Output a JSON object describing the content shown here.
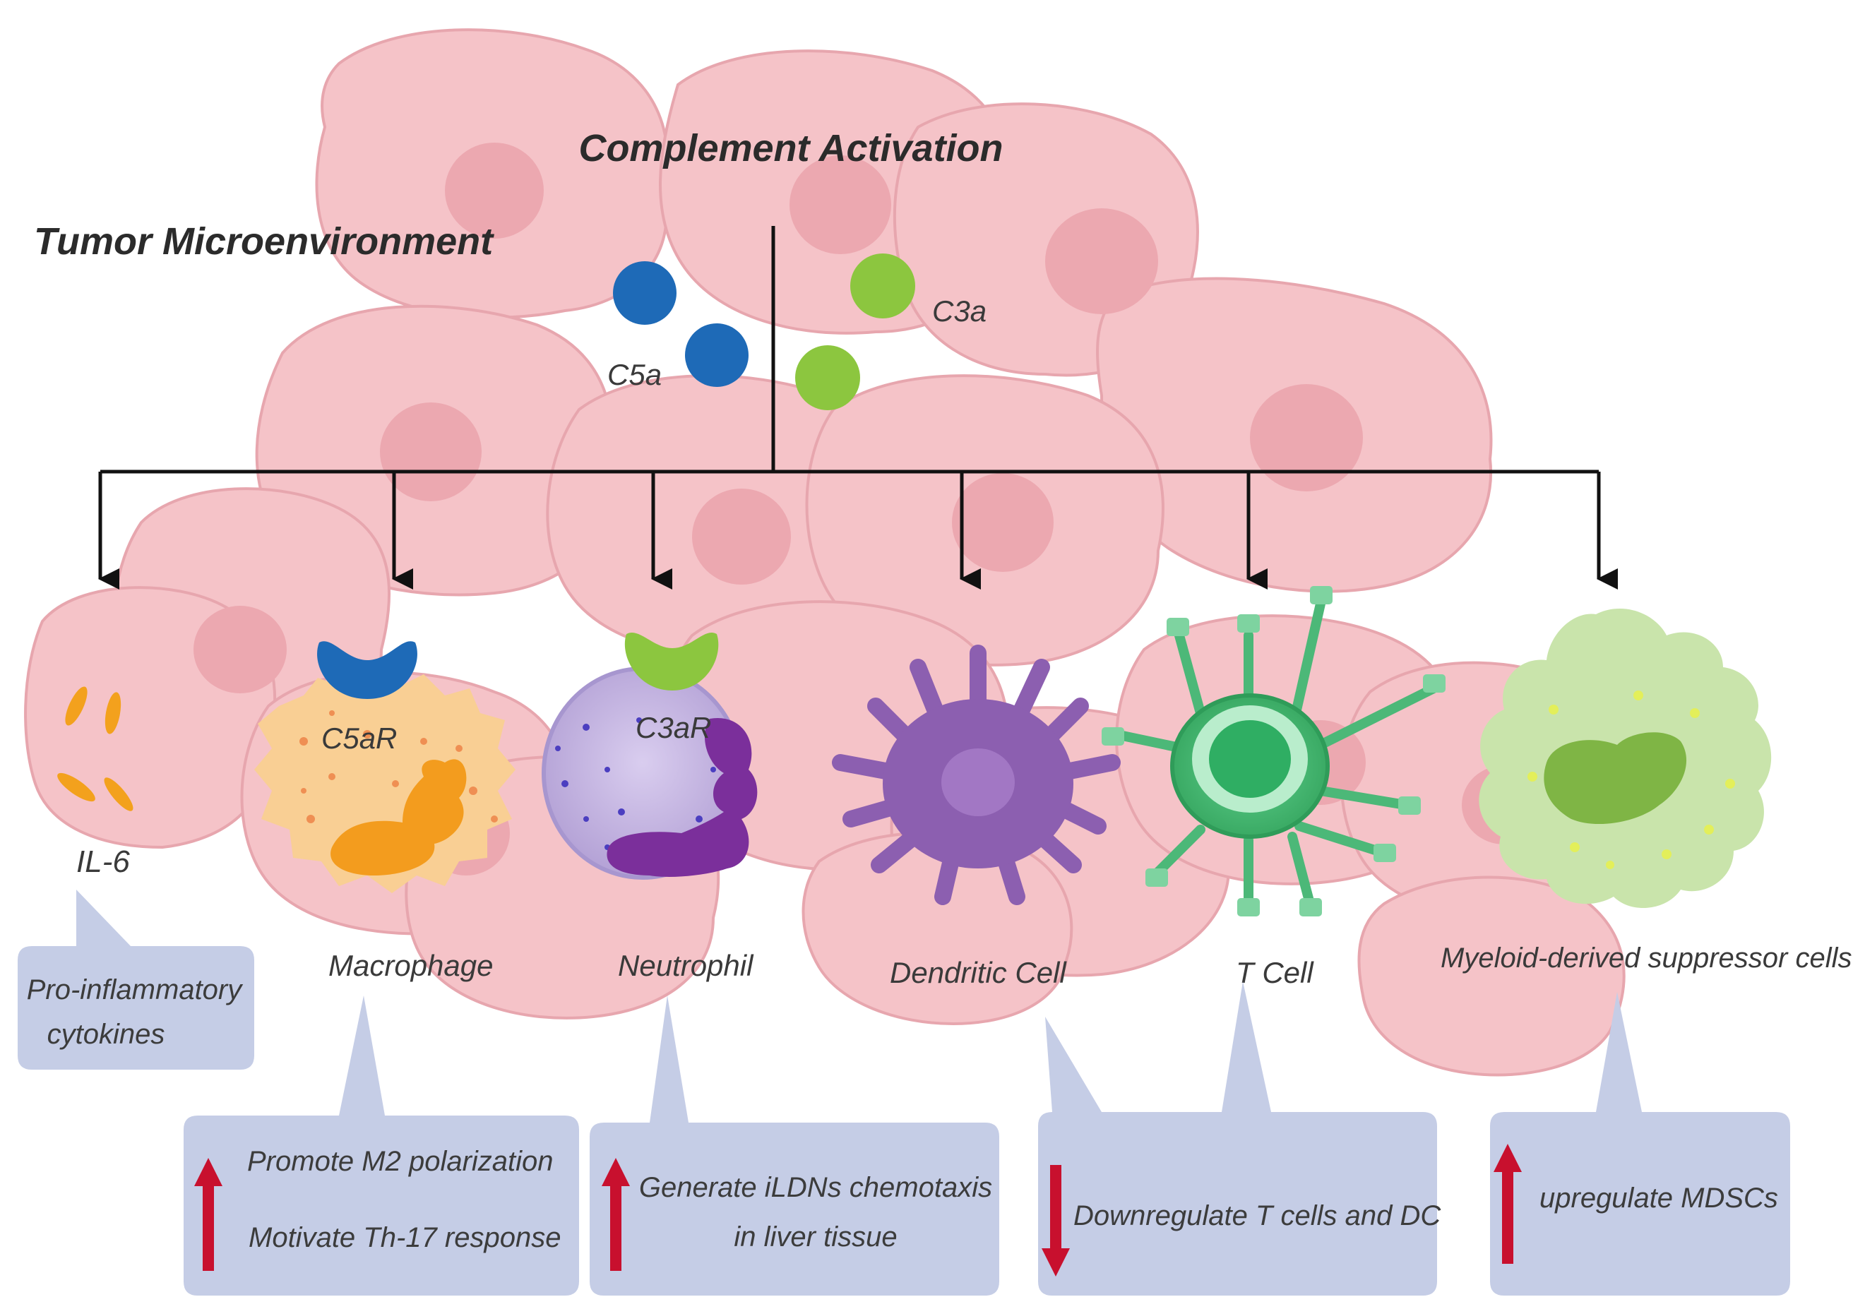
{
  "title": "Complement Activation",
  "context_label": "Tumor Microenvironment",
  "molecules": {
    "c5a": "C5a",
    "c3a": "C3a"
  },
  "receptors": {
    "c5ar": "C5aR",
    "c3ar": "C3aR"
  },
  "cells": {
    "il6": "IL-6",
    "macrophage": "Macrophage",
    "neutrophil": "Neutrophil",
    "dendritic": "Dendritic Cell",
    "tcell": "T Cell",
    "mdsc": "Myeloid-derived suppressor cells"
  },
  "effects": {
    "il6": {
      "line1": "Pro-inflammatory",
      "line2": "cytokines"
    },
    "macrophage": {
      "line1": "Promote M2 polarization",
      "line2": "Motivate Th-17 response",
      "direction": "up"
    },
    "neutrophil": {
      "line1": "Generate iLDNs chemotaxis",
      "line2": "in liver tissue",
      "direction": "up"
    },
    "tcell_dc": {
      "line1": "Downregulate T cells and DC",
      "direction": "down"
    },
    "mdsc": {
      "line1": "upregulate MDSCs",
      "direction": "up"
    }
  },
  "colors": {
    "tumor_fill": "#f5c3c8",
    "tumor_stroke": "#e6a2aa",
    "tumor_nucleus": "#eba5ad",
    "c5a": "#1f6bb8",
    "c3a": "#8cc63f",
    "callout": "#c5cde6",
    "arrow_red": "#c8102e",
    "macrophage": "#f9cf94",
    "macrophage_nucleus": "#f39c1e",
    "neutrophil": "#c4b6e0",
    "neutrophil_nucleus": "#7b2f9b",
    "dendritic": "#8c5fb0",
    "tcell": "#3dba6e",
    "mdsc": "#c7e3a7",
    "mdsc_nucleus": "#7fb545"
  }
}
